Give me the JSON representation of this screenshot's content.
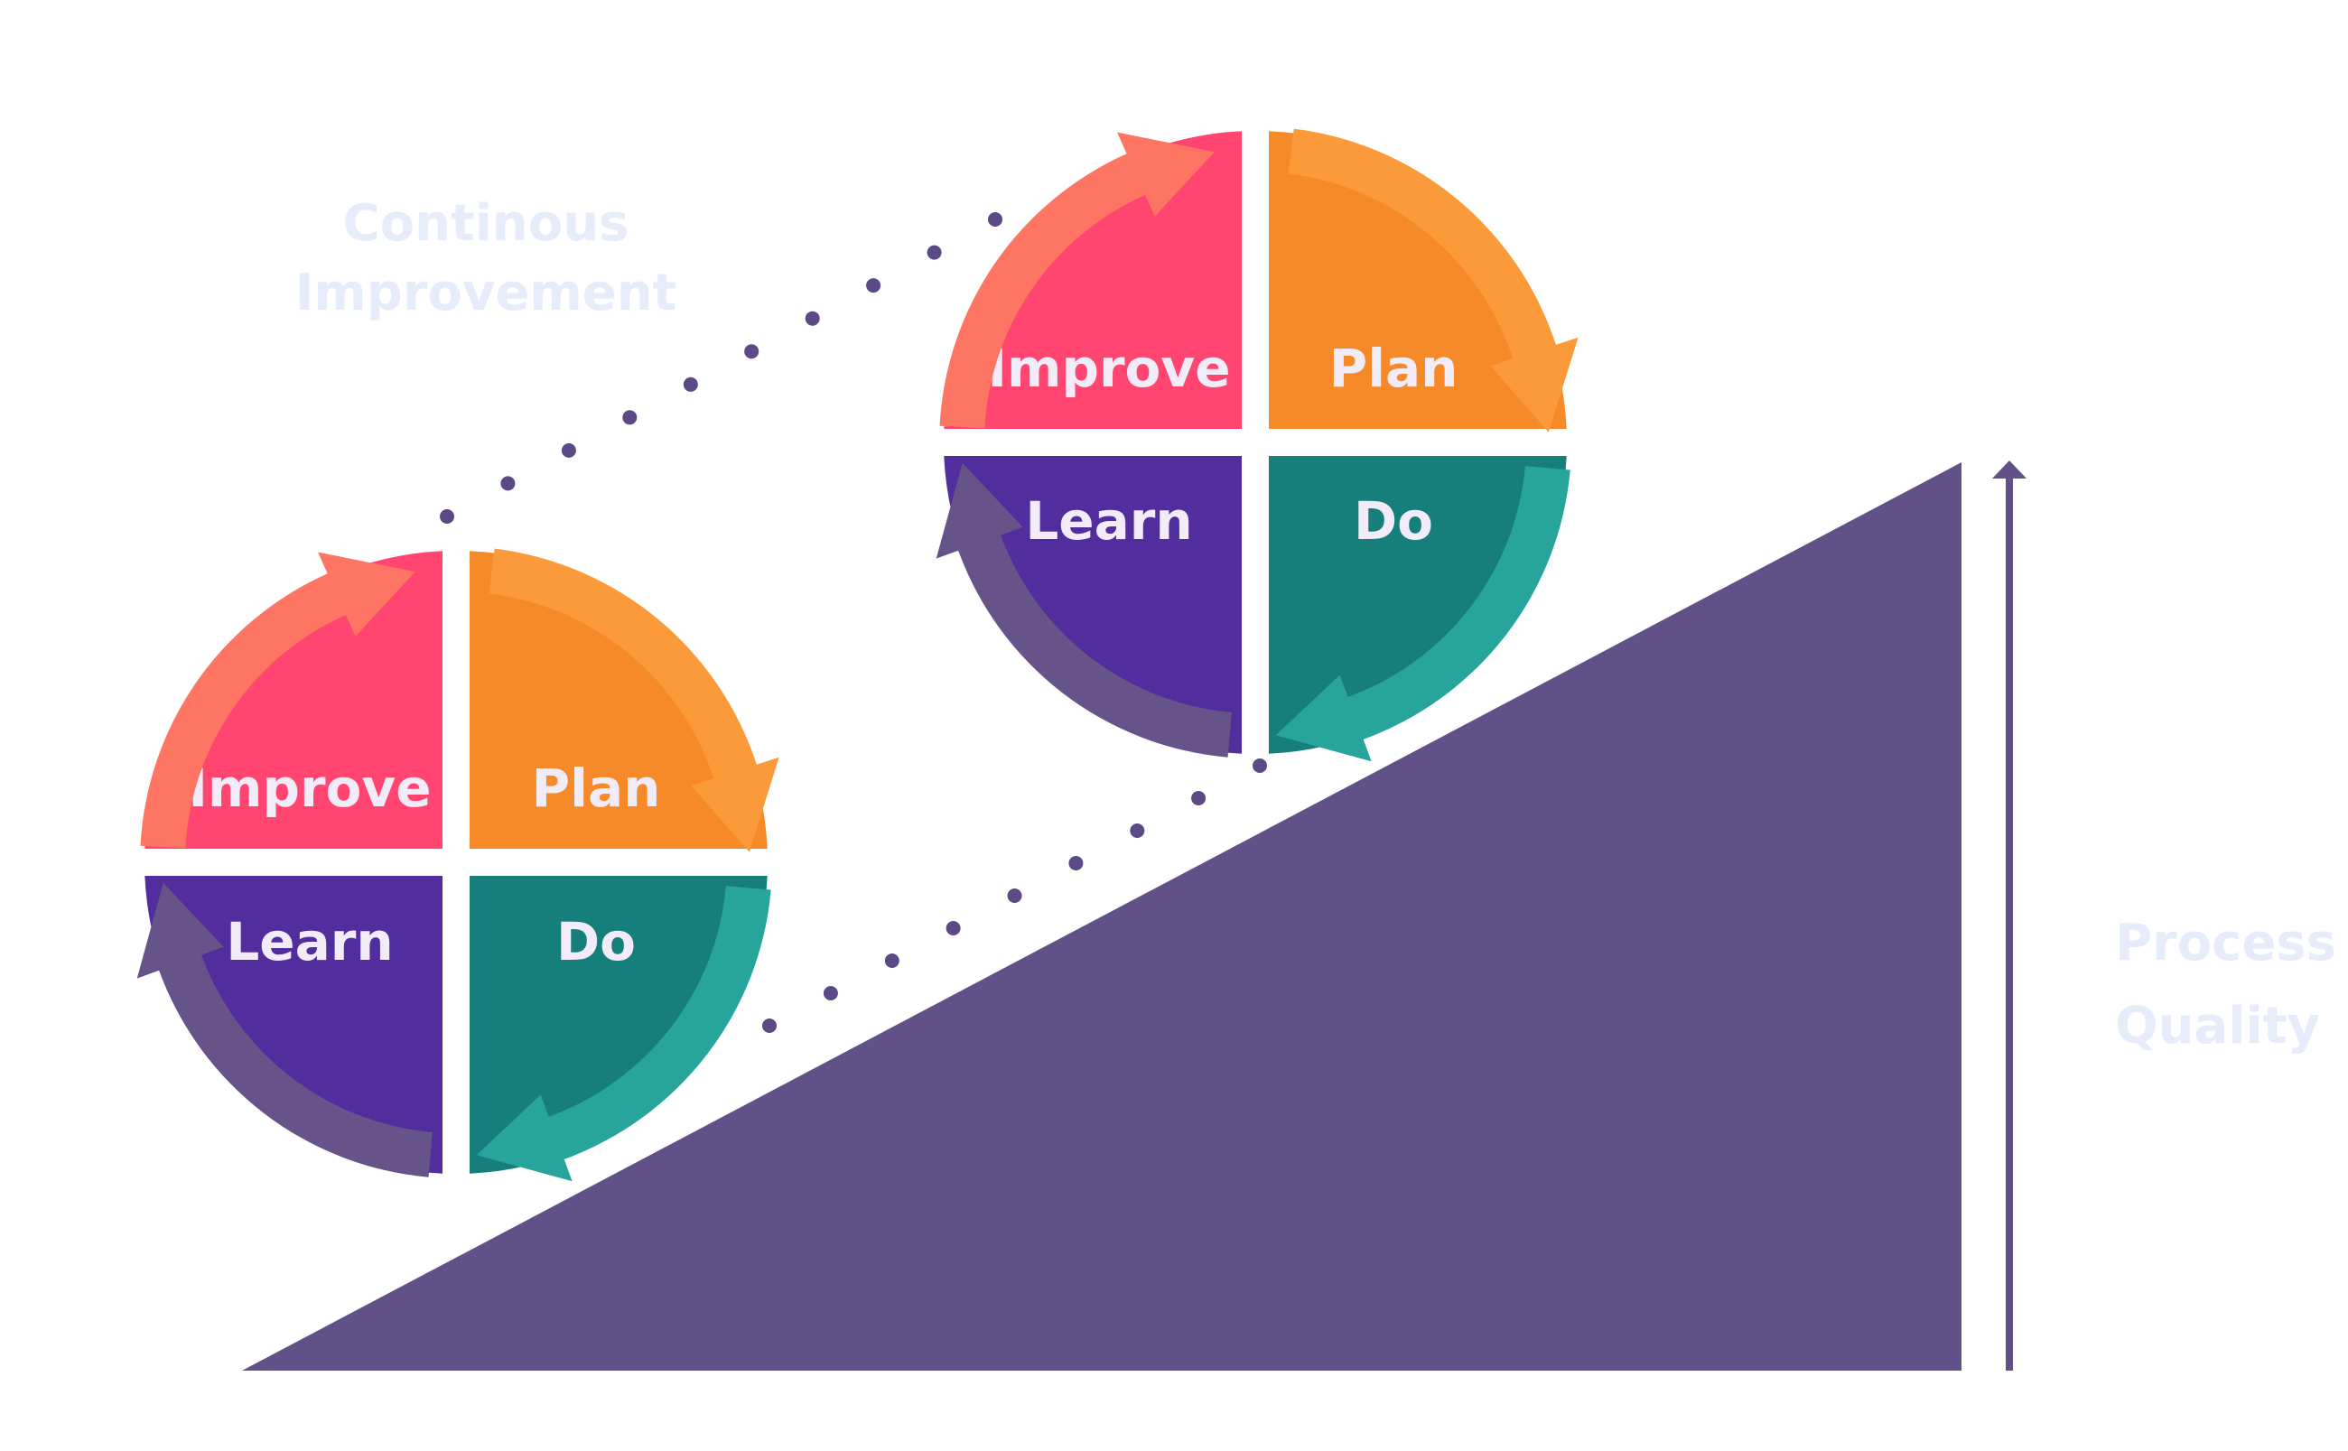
{
  "title_label": {
    "line1": "Continous",
    "line2": "Improvement"
  },
  "axis_label": {
    "line1": "Process",
    "line2": "Quality"
  },
  "cycles": [
    {
      "quadrants": {
        "improve": "Improve",
        "plan": "Plan",
        "learn": "Learn",
        "do": "Do"
      }
    },
    {
      "quadrants": {
        "improve": "Improve",
        "plan": "Plan",
        "learn": "Learn",
        "do": "Do"
      }
    }
  ],
  "colors": {
    "improve": "#ff4570",
    "plan": "#f68a29",
    "learn": "#512d9e",
    "do": "#167f7c",
    "improve_arrow": "#ff7563",
    "plan_arrow": "#fb9a3b",
    "learn_arrow": "#665389",
    "do_arrow": "#27a49c",
    "ramp": "#625188",
    "dots": "#5b4a86",
    "label_text": "#f1ecf8",
    "side_text": "#e7ecfa"
  }
}
